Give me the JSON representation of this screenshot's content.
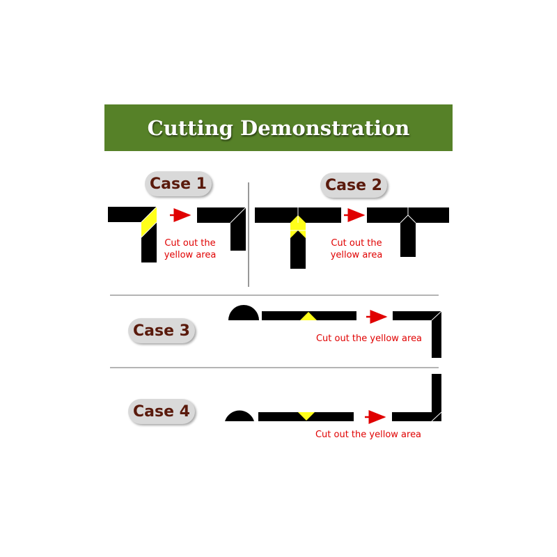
{
  "title": "Cutting Demonstration",
  "cases": [
    {
      "label": "Case 1",
      "caption_line1": "Cut out the",
      "caption_line2": "yellow area"
    },
    {
      "label": "Case 2",
      "caption_line1": "Cut out the",
      "caption_line2": "yellow area"
    },
    {
      "label": "Case 3",
      "caption": "Cut out the yellow area"
    },
    {
      "label": "Case 4",
      "caption": "Cut out the yellow area"
    }
  ],
  "colors": {
    "banner": "#568128",
    "strip": "#000000",
    "cut_area": "#ffff1a",
    "arrow": "#e00000",
    "caption": "#e00000",
    "pill_text": "#5a1a0c",
    "pill_bg": "#d9d9d9"
  }
}
